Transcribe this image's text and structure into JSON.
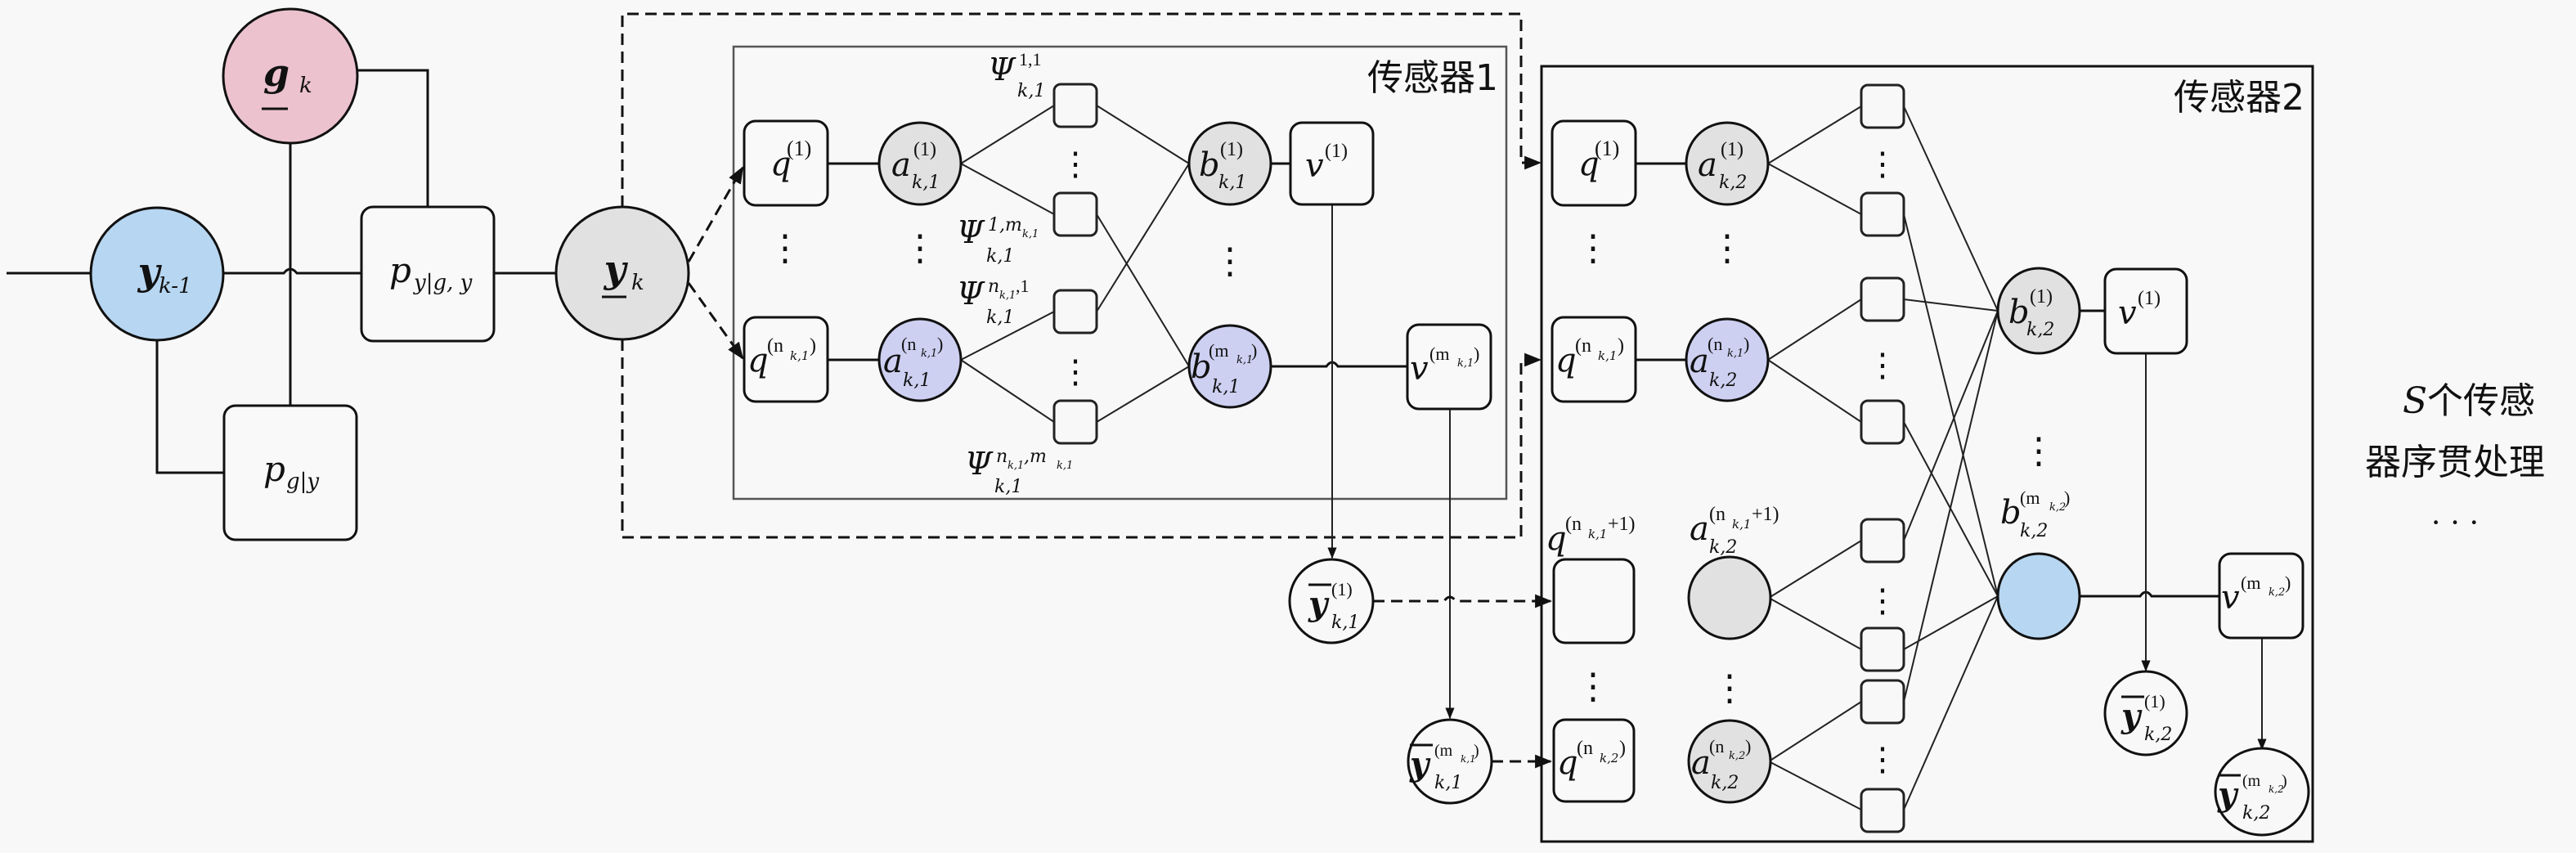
{
  "diagram": {
    "title": "Multi-sensor sequential factor graph",
    "colors": {
      "background": "#f8f8f8",
      "pink_node": "#ecc2cf",
      "blue_node": "#b7d6f1",
      "lavender_node": "#cdd0f1",
      "gray_node": "#e1e1e1",
      "stroke": "#111111"
    },
    "left": {
      "g_k": {
        "base": "g",
        "sub": "k"
      },
      "y_prev": {
        "base": "y",
        "sub": "k-1"
      },
      "p_y_given": {
        "base": "p",
        "sub": "y|g, y"
      },
      "p_g_given": {
        "base": "p",
        "sub": "g|y"
      },
      "y_k": {
        "base": "y",
        "sub": "k"
      }
    },
    "sensor1": {
      "label": "传感器1",
      "q_first": {
        "base": "q",
        "sup": "(1)"
      },
      "q_last": {
        "base": "q",
        "sup": "(n",
        "sup_sub": "k,1",
        "sup_end": ")"
      },
      "a_first": {
        "base": "a",
        "sup": "(1)",
        "sub": "k,1"
      },
      "a_last": {
        "base": "a",
        "sup": "(n",
        "sup_sub": "k,1",
        "sup_end": ")",
        "sub": "k,1"
      },
      "psi_labels": [
        {
          "base": "Ψ",
          "sup": "1,1",
          "sub": "k,1"
        },
        {
          "base": "Ψ",
          "sup": "1,m",
          "sup_sub": "k,1",
          "sub": "k,1"
        },
        {
          "base": "Ψ",
          "sup": "n",
          "sup_sub": "k,1",
          "sup_end": ",1",
          "sub": "k,1"
        },
        {
          "base": "Ψ",
          "sup": "n",
          "sup_sub": "k,1",
          "sup_end": ",m",
          "sup_sub2": "k,1",
          "sub": "k,1"
        }
      ],
      "b_first": {
        "base": "b",
        "sup": "(1)",
        "sub": "k,1"
      },
      "b_last": {
        "base": "b",
        "sup": "(m",
        "sup_sub": "k,1",
        "sup_end": ")",
        "sub": "k,1"
      },
      "v_first": {
        "base": "v",
        "sup": "(1)"
      },
      "v_last": {
        "base": "v",
        "sup": "(m",
        "sup_sub": "k,1",
        "sup_end": ")"
      },
      "ybar_first": {
        "base": "y",
        "sup": "(1)",
        "sub": "k,1"
      },
      "ybar_last": {
        "base": "y",
        "sup": "(m",
        "sup_sub": "k,1",
        "sup_end": ")",
        "sub": "k,1"
      }
    },
    "sensor2": {
      "label": "传感器2",
      "q_first": {
        "base": "q",
        "sup": "(1)"
      },
      "q_mid": {
        "base": "q",
        "sup": "(n",
        "sup_sub": "k,1",
        "sup_end": ")"
      },
      "q_new": {
        "base": "q",
        "sup": "(n",
        "sup_sub": "k,1",
        "sup_end": "+1)"
      },
      "q_last": {
        "base": "q",
        "sup": "(n",
        "sup_sub": "k,2",
        "sup_end": ")"
      },
      "a_first": {
        "base": "a",
        "sup": "(1)",
        "sub": "k,2"
      },
      "a_mid": {
        "base": "a",
        "sup": "(n",
        "sup_sub": "k,1",
        "sup_end": ")",
        "sub": "k,2"
      },
      "a_new": {
        "base": "a",
        "sup": "(n",
        "sup_sub": "k,1",
        "sup_end": "+1)",
        "sub": "k,2"
      },
      "a_last": {
        "base": "a",
        "sup": "(n",
        "sup_sub": "k,2",
        "sup_end": ")",
        "sub": "k,2"
      },
      "b_first": {
        "base": "b",
        "sup": "(1)",
        "sub": "k,2"
      },
      "b_last": {
        "base": "b",
        "sup": "(m",
        "sup_sub": "k,2",
        "sup_end": ")",
        "sub": "k,2"
      },
      "v_first": {
        "base": "v",
        "sup": "(1)"
      },
      "v_last": {
        "base": "v",
        "sup": "(m",
        "sup_sub": "k,2",
        "sup_end": ")"
      },
      "ybar_first": {
        "base": "y",
        "sup": "(1)",
        "sub": "k,2"
      },
      "ybar_last": {
        "base": "y",
        "sup": "(m",
        "sup_sub": "k,2",
        "sup_end": ")",
        "sub": "k,2"
      }
    },
    "side_note": {
      "line1_var": "S",
      "line1_text": "个传感",
      "line2_text": "器序贯处理",
      "ellipsis": "· · ·"
    },
    "ellipsis_vertical": "⋮"
  }
}
